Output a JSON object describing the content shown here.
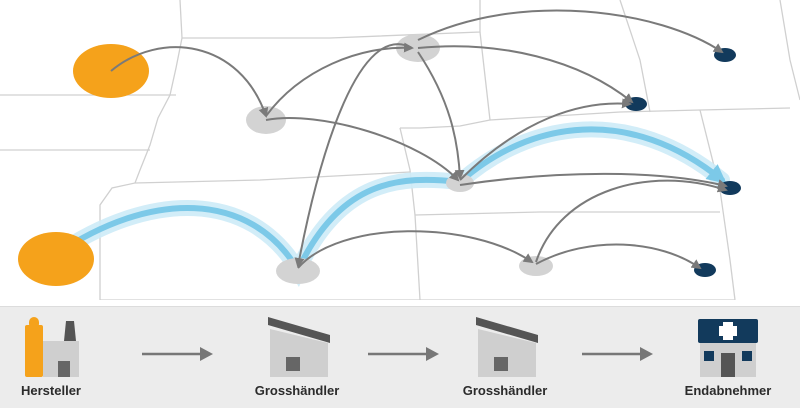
{
  "legend": {
    "steps": [
      {
        "label": "Hersteller",
        "icon": "factory-icon"
      },
      {
        "label": "Grosshändler",
        "icon": "warehouse-icon"
      },
      {
        "label": "Grosshändler",
        "icon": "warehouse-icon"
      },
      {
        "label": "Endabnehmer",
        "icon": "hospital-icon"
      }
    ]
  },
  "colors": {
    "manufacturer": "#f5a21b",
    "wholesaler": "#d3d3d3",
    "end_customer": "#123a5c",
    "flow_arrow": "#7a7a7a",
    "highlight_path": "#7cc9e8",
    "map_lines": "#d0d0d0",
    "legend_bg": "#ececec"
  }
}
